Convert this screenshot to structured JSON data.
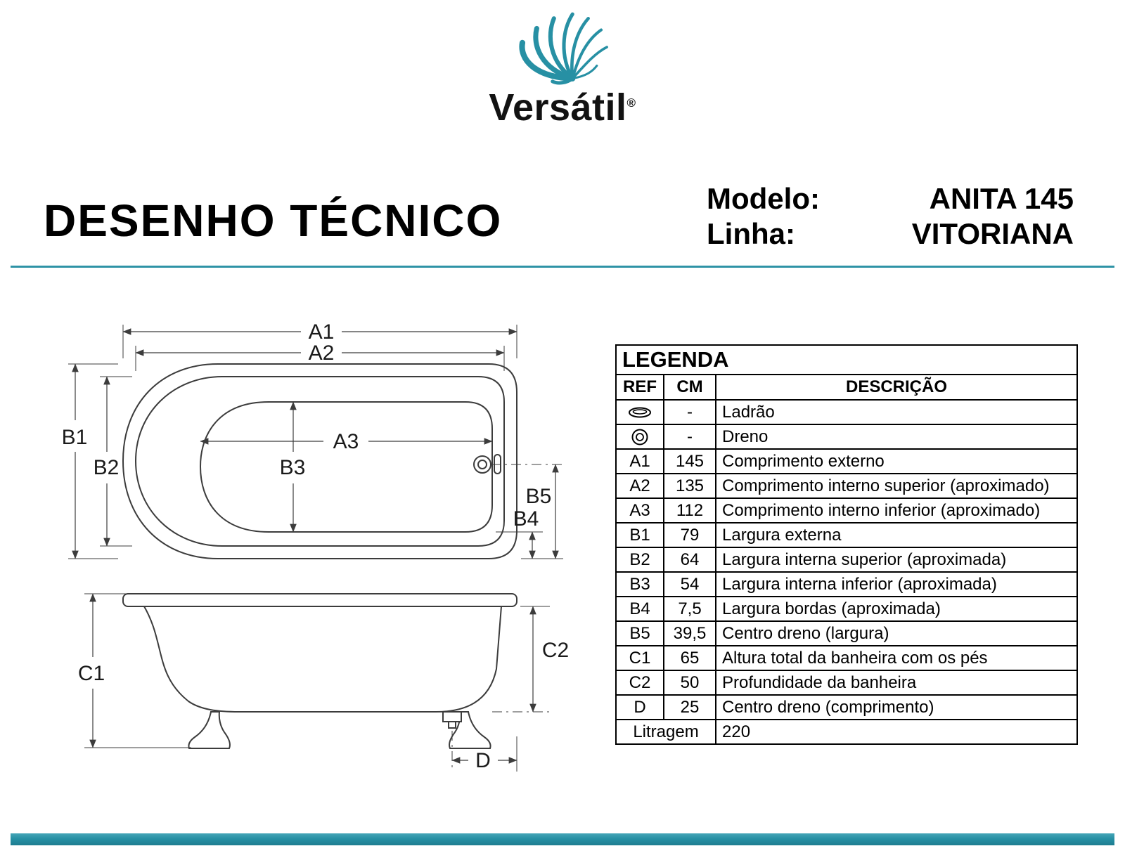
{
  "colors": {
    "accent_teal": "#2E93A6",
    "drawing_line": "#3C3C3C",
    "text": "#000000"
  },
  "brand": {
    "name": "Versátil",
    "registered_mark": "®"
  },
  "header": {
    "title": "DESENHO TÉCNICO",
    "model_label": "Modelo:",
    "model_value": "ANITA 145",
    "line_label": "Linha:",
    "line_value": "VITORIANA"
  },
  "drawing": {
    "labels": {
      "a1": "A1",
      "a2": "A2",
      "a3": "A3",
      "b1": "B1",
      "b2": "B2",
      "b3": "B3",
      "b4": "B4",
      "b5": "B5",
      "c1": "C1",
      "c2": "C2",
      "d": "D"
    }
  },
  "legend": {
    "title": "LEGENDA",
    "columns": [
      "REF",
      "CM",
      "DESCRIÇÃO"
    ],
    "rows": [
      {
        "ref_icon": "ladrao-icon",
        "cm": "-",
        "desc": "Ladrão"
      },
      {
        "ref_icon": "dreno-icon",
        "cm": "-",
        "desc": "Dreno"
      },
      {
        "ref": "A1",
        "cm": "145",
        "desc": "Comprimento externo"
      },
      {
        "ref": "A2",
        "cm": "135",
        "desc": "Comprimento interno superior (aproximado)"
      },
      {
        "ref": "A3",
        "cm": "112",
        "desc": "Comprimento interno inferior (aproximado)"
      },
      {
        "ref": "B1",
        "cm": "79",
        "desc": "Largura externa"
      },
      {
        "ref": "B2",
        "cm": "64",
        "desc": "Largura interna superior (aproximada)"
      },
      {
        "ref": "B3",
        "cm": "54",
        "desc": "Largura interna inferior (aproximada)"
      },
      {
        "ref": "B4",
        "cm": "7,5",
        "desc": "Largura bordas (aproximada)"
      },
      {
        "ref": "B5",
        "cm": "39,5",
        "desc": "Centro dreno (largura)"
      },
      {
        "ref": "C1",
        "cm": "65",
        "desc": "Altura total da banheira com os pés"
      },
      {
        "ref": "C2",
        "cm": "50",
        "desc": "Profundidade da banheira"
      },
      {
        "ref": "D",
        "cm": "25",
        "desc": "Centro dreno (comprimento)"
      }
    ],
    "litragem_label": "Litragem",
    "litragem_value": "220"
  }
}
